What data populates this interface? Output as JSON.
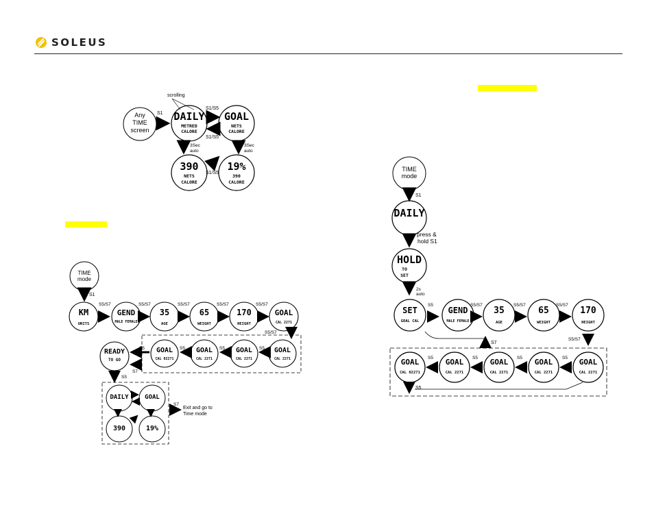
{
  "brand": {
    "name": "SOLEUS",
    "color": "#f2c200"
  },
  "top": {
    "any_time_screen": [
      "Any",
      "TIME",
      "screen"
    ],
    "scrolling": "scrolling",
    "s1": "S1",
    "s1_s5": "S1/S5",
    "s1s5b": "S1/S5",
    "s1s5c": "S1/S5",
    "auto": [
      "3Sec",
      "auto"
    ],
    "auto2": [
      "3Sec",
      "auto"
    ],
    "daily": {
      "big": "DAILY",
      "l1": "METRED",
      "l2": "CALORE"
    },
    "goal": {
      "big": "GOAL",
      "l1": "NETS",
      "l2": "CALORE"
    },
    "n390": {
      "big": "390",
      "l1": "NETS",
      "l2": "CALORE"
    },
    "n19": {
      "big": "19%",
      "l1": "390",
      "l2": "CALORE"
    }
  },
  "left": {
    "time_mode": [
      "TIME",
      "mode"
    ],
    "s1": "S1",
    "row1": [
      {
        "big": "KM",
        "sub": "UNITS"
      },
      {
        "big": "GEND",
        "sub": "MALE FEMALE"
      },
      {
        "big": "35",
        "sub": "AGE"
      },
      {
        "big": "65",
        "sub": "WEIGHT"
      },
      {
        "big": "170",
        "sub": "HEIGHT"
      },
      {
        "big": "GOAL",
        "sub": "CAL 2271"
      }
    ],
    "row1_labels": [
      "S5/S7",
      "S5/S7",
      "S5/S7",
      "S5/S7",
      "S5/S7"
    ],
    "row2": [
      {
        "big": "READY",
        "sub": "TO GO"
      },
      {
        "big": "GOAL",
        "sub": "CAL 02271"
      },
      {
        "big": "GOAL",
        "sub": "CAL 2271"
      },
      {
        "big": "GOAL",
        "sub": "CAL 2271"
      },
      {
        "big": "GOAL",
        "sub": "CAL 2271"
      }
    ],
    "s5": "S5",
    "s7": "S7",
    "s5s7": "S5/S7",
    "exit": [
      "Exit and go to",
      "Time mode"
    ],
    "mini": {
      "daily": "DAILY",
      "goal": "GOAL",
      "n390": "390",
      "n19": "19%"
    }
  },
  "right": {
    "time_mode": [
      "TIME",
      "mode"
    ],
    "s1": "S1",
    "daily": "DAILY",
    "press_hold": [
      "press &",
      "hold S1"
    ],
    "hold": {
      "big": "HOLD",
      "l1": "TO",
      "l2": "SET"
    },
    "auto": [
      "2s",
      "auto"
    ],
    "row1": [
      {
        "big": "SET",
        "sub": "GOAL CAL"
      },
      {
        "big": "GEND",
        "sub": "MALE FEMALE"
      },
      {
        "big": "35",
        "sub": "AGE"
      },
      {
        "big": "65",
        "sub": "WEIGHT"
      },
      {
        "big": "170",
        "sub": "HEIGHT"
      }
    ],
    "row1_labels": [
      "S5",
      "S5/S7",
      "S5/S7",
      "S5/S7"
    ],
    "row2": [
      {
        "big": "GOAL",
        "sub": "CAL 02271"
      },
      {
        "big": "GOAL",
        "sub": "CAL 2271"
      },
      {
        "big": "GOAL",
        "sub": "CAL 2271"
      },
      {
        "big": "GOAL",
        "sub": "CAL 2271"
      },
      {
        "big": "GOAL",
        "sub": "CAL 2271"
      }
    ],
    "s5": "S5",
    "s7": "S7",
    "s5s7": "S5/S7"
  }
}
